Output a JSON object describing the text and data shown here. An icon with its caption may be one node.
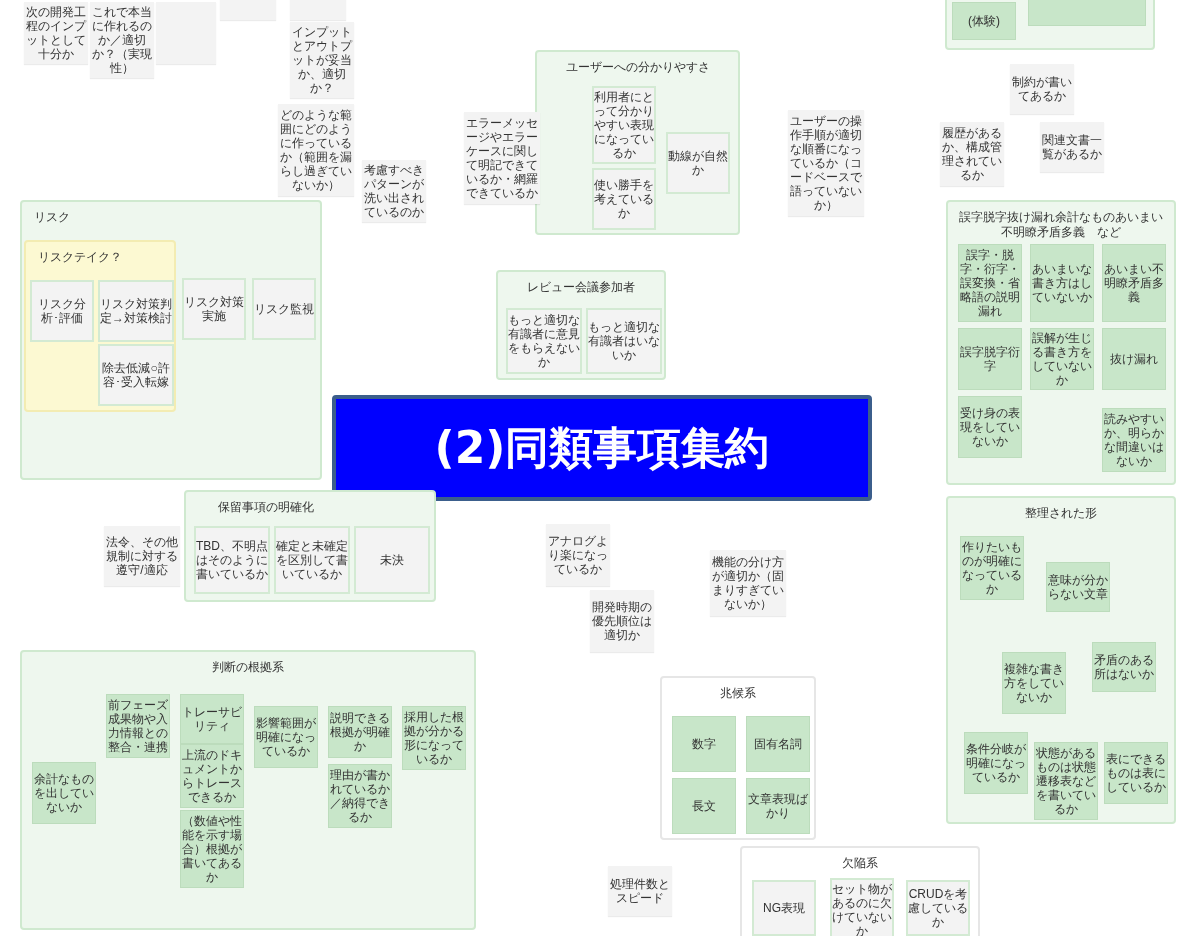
{
  "diagram": {
    "nodes": [
      {
        "text": [
          "次の開発工程のインプットとして十分か"
        ]
      },
      {
        "text": [
          "これで本当に作れるのか／適切か？（実現性）"
        ]
      },
      {
        "text": [],
        "shape": "box"
      },
      {
        "text": [],
        "shape": "box"
      },
      {
        "text": [],
        "shape": "box"
      },
      {
        "text": [
          "インプットとアウトプットが妥当か、適切か？"
        ]
      },
      {
        "text": [
          "どのような範囲にどのように作っているか（範囲を漏らし過ぎていないか）"
        ]
      },
      {
        "text": [
          "考慮すべきパターンが洗い出されているのか"
        ]
      },
      {
        "text": [
          "リスク"
        ]
      },
      {
        "text": [
          "リスクテイク？"
        ],
        "in": 8
      },
      {
        "text": [
          "リスク分析･評価"
        ],
        "in": 9
      },
      {
        "text": [
          "リスク対策判定→対策検討"
        ],
        "in": 9
      },
      {
        "text": [
          "除去低減○許容･受入転嫁"
        ],
        "in": 9
      },
      {
        "text": [
          "リスク対策実施"
        ],
        "in": 8
      },
      {
        "text": [
          "リスク監視"
        ],
        "in": 8
      },
      {
        "text": [
          "ユーザーへの分かりやすさ"
        ]
      },
      {
        "text": [
          "エラーメッセージやエラーケースに関して明記できているか・網羅できているか"
        ]
      },
      {
        "text": [
          "利用者にとって分かりやすい表現になっているか"
        ],
        "in": 15
      },
      {
        "text": [
          "使い勝手を考えているか"
        ],
        "in": 15
      },
      {
        "text": [
          "動線が自然か"
        ],
        "in": 15
      },
      {
        "text": [
          "ユーザーの操作手順が適切な順番になっているか（コードベースで語っていないか）"
        ]
      },
      {
        "text": [],
        "shape": "box"
      },
      {
        "text": [
          "(体験)"
        ],
        "in": 21
      },
      {
        "text": [],
        "shape": "box",
        "in": 21
      },
      {
        "text": [
          "制約が書いてあるか"
        ]
      },
      {
        "text": [
          "履歴があるか、構成管理されているか"
        ]
      },
      {
        "text": [
          "関連文書一覧があるか"
        ]
      },
      {
        "text": [
          "誤字脱字抜け漏れ余計なものあいまい不明瞭矛盾多義　など"
        ]
      },
      {
        "text": [
          "誤字・脱字・衍字・誤変換・省略語の説明漏れ"
        ],
        "in": 27
      },
      {
        "text": [
          "あいまいな書き方はしていないか"
        ],
        "in": 27
      },
      {
        "text": [
          "あいまい不明瞭矛盾多義"
        ],
        "in": 27
      },
      {
        "text": [
          "誤字脱字衍字"
        ],
        "in": 27
      },
      {
        "text": [
          "誤解が生じる書き方をしていないか"
        ],
        "in": 27
      },
      {
        "text": [
          "抜け漏れ"
        ],
        "in": 27
      },
      {
        "text": [
          "受け身の表現をしていないか"
        ],
        "in": 27
      },
      {
        "text": [
          "読みやすいか、明らかな間違いはないか"
        ],
        "in": 27
      },
      {
        "text": [
          "レビュー会議参加者"
        ]
      },
      {
        "text": [
          "もっと適切な有識者に意見をもらえないか"
        ],
        "in": 36
      },
      {
        "text": [
          "もっと適切な有識者はいないか"
        ],
        "in": 36
      },
      {
        "text": [
          "(2)同類事項集約"
        ]
      },
      {
        "text": [
          "保留事項の明確化"
        ]
      },
      {
        "text": [
          "TBD、不明点はそのように書いているか"
        ],
        "in": 40
      },
      {
        "text": [
          "確定と未確定を区別して書いているか"
        ],
        "in": 40
      },
      {
        "text": [
          "未決"
        ],
        "in": 40
      },
      {
        "text": [
          "法令、その他規制に対する遵守/適応"
        ]
      },
      {
        "text": [
          "アナログより楽になっているか"
        ]
      },
      {
        "text": [
          "開発時期の優先順位は適切か"
        ]
      },
      {
        "text": [
          "機能の分け方が適切か（固まりすぎていないか）"
        ]
      },
      {
        "text": [
          "整理された形"
        ]
      },
      {
        "text": [
          "作りたいものが明確になっているか"
        ],
        "in": 48
      },
      {
        "text": [
          "意味が分からない文章"
        ],
        "in": 48
      },
      {
        "text": [
          "複雑な書き方をしていないか"
        ],
        "in": 48
      },
      {
        "text": [
          "矛盾のある所はないか"
        ],
        "in": 48
      },
      {
        "text": [
          "条件分岐が明確になっているか"
        ],
        "in": 48
      },
      {
        "text": [
          "状態があるものは状態遷移表などを書いているか"
        ],
        "in": 48
      },
      {
        "text": [
          "表にできるものは表にしているか"
        ],
        "in": 48
      },
      {
        "text": [
          "判断の根拠系"
        ]
      },
      {
        "text": [
          "余計なものを出していないか"
        ],
        "in": 56
      },
      {
        "text": [
          "前フェーズ成果物や入力情報との整合・連携"
        ],
        "in": 56
      },
      {
        "text": [
          "トレーサビリティ"
        ],
        "in": 56
      },
      {
        "text": [
          "上流のドキュメントからトレースできるか"
        ],
        "in": 56
      },
      {
        "text": [
          "（数値や性能を示す場合）根拠が書いてあるか"
        ],
        "in": 56
      },
      {
        "text": [
          "影響範囲が明確になっているか"
        ],
        "in": 56
      },
      {
        "text": [
          "説明できる根拠が明確か"
        ],
        "in": 56
      },
      {
        "text": [
          "理由が書かれているか／納得できるか"
        ],
        "in": 56
      },
      {
        "text": [
          "採用した根拠が分かる形になっているか"
        ],
        "in": 56
      },
      {
        "text": [
          "兆候系"
        ]
      },
      {
        "text": [
          "数字"
        ],
        "in": 66
      },
      {
        "text": [
          "固有名詞"
        ],
        "in": 66
      },
      {
        "text": [
          "長文"
        ],
        "in": 66
      },
      {
        "text": [
          "文章表現ばかり"
        ],
        "in": 66
      },
      {
        "text": [
          "欠陥系"
        ]
      },
      {
        "text": [
          "NG表現"
        ],
        "in": 71
      },
      {
        "text": [
          "セット物があるのに欠けていないか"
        ],
        "in": 71
      },
      {
        "text": [
          "CRUDを考慮しているか"
        ],
        "in": 71
      },
      {
        "text": [
          "処理件数とスピード"
        ]
      }
    ]
  }
}
